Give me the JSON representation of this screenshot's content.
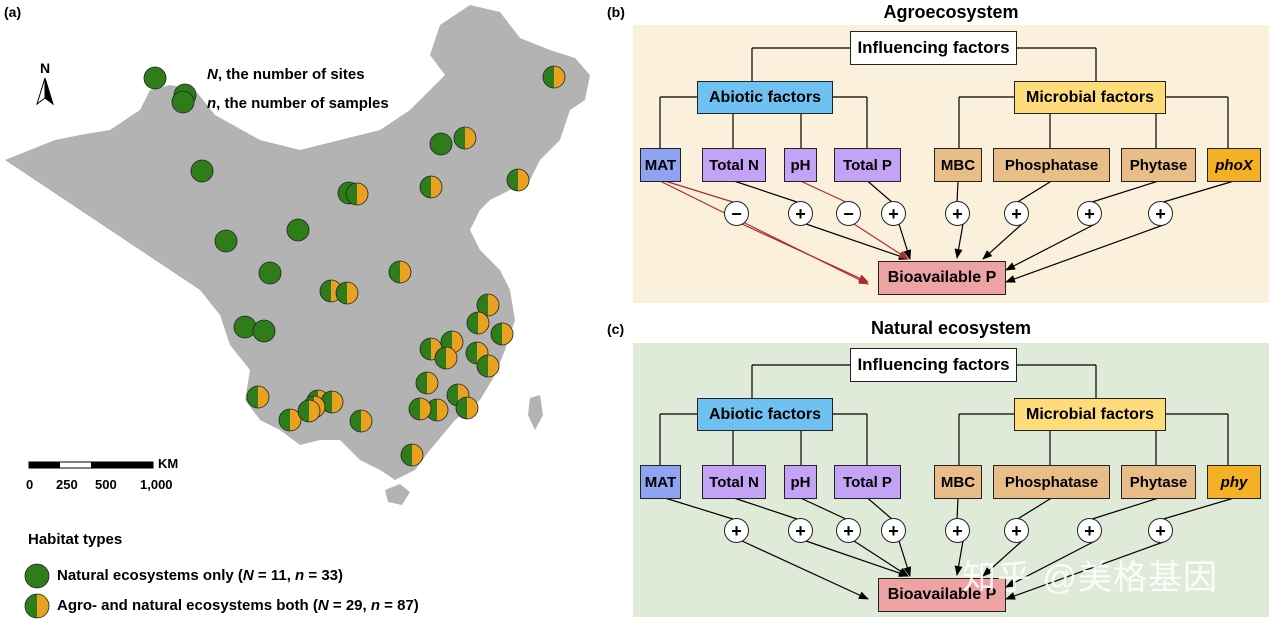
{
  "panels": {
    "a": "(a)",
    "b": "(b)",
    "c": "(c)"
  },
  "map": {
    "north": "N",
    "legend_line1": {
      "var": "N",
      "rest": ", the number of sites"
    },
    "legend_line2": {
      "var": "n",
      "rest": ", the number of samples"
    },
    "scale": {
      "unit": "KM",
      "ticks": [
        "0",
        "250",
        "500",
        "1,000"
      ]
    },
    "habitat_title": "Habitat types",
    "habitat_natural": {
      "text": "Natural ecosystems only (",
      "N_label": "N",
      "N_value": " = 11, ",
      "n_label": "n",
      "n_value": " = 33)"
    },
    "habitat_both": {
      "text": "Agro- and natural ecosystems both (",
      "N_label": "N",
      "N_value": " = 29, ",
      "n_label": "n",
      "n_value": " = 87)"
    },
    "colors": {
      "natural": "#2e7d1a",
      "agro": "#e9a21f",
      "land": "#b3b3b3"
    }
  },
  "agro": {
    "title": "Agroecosystem",
    "bg": "#fbf0dc",
    "influencing": "Influencing factors",
    "abiotic": "Abiotic factors",
    "microbial": "Microbial factors",
    "factors": [
      "MAT",
      "Total N",
      "pH",
      "Total P",
      "MBC",
      "Phosphatase",
      "Phytase",
      "phoX"
    ],
    "signs": [
      "−",
      "+",
      "−",
      "+",
      "+",
      "+",
      "+",
      "+"
    ],
    "target": "Bioavailable P"
  },
  "natural": {
    "title": "Natural ecosystem",
    "bg": "#e0ead8",
    "influencing": "Influencing factors",
    "abiotic": "Abiotic factors",
    "microbial": "Microbial factors",
    "factors": [
      "MAT",
      "Total N",
      "pH",
      "Total P",
      "MBC",
      "Phosphatase",
      "Phytase",
      "phy"
    ],
    "signs": [
      "+",
      "+",
      "+",
      "+",
      "+",
      "+",
      "+",
      "+"
    ],
    "target": "Bioavailable P"
  },
  "watermark": "知乎 @美格基因"
}
